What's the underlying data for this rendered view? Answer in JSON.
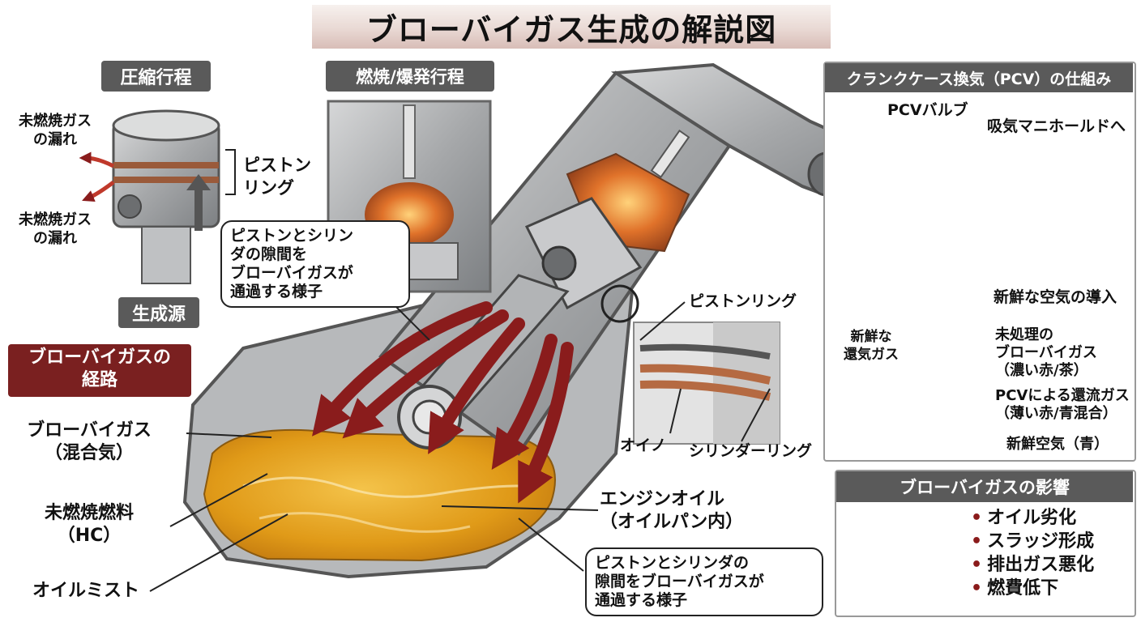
{
  "title": "ブローバイガス生成の解説図",
  "compression": {
    "heading": "圧縮行程",
    "leak_top": "未燃焼ガス\nの漏れ",
    "leak_bottom": "未燃焼ガス\nの漏れ",
    "ring_label": "ピストン\nリング",
    "source_label": "生成源"
  },
  "combustion": {
    "heading": "燃焼/爆発行程"
  },
  "callouts": {
    "gap_top": "ピストンとシリン\nダの隙間を\nブローバイガスが\n通過する様子",
    "gap_bottom": "ピストンとシリンダの\n隙間をブローバイガスが\n通過する様子",
    "route": "ブローバイガスの\n経路",
    "blowby_mix": "ブローバイガス\n（混合気）",
    "unburned_fuel": "未燃焼燃料\n（HC）",
    "oil_mist": "オイルミスト",
    "engine_oil": "エンジンオイル\n（オイルパン内）"
  },
  "ring_detail": {
    "piston_ring": "ピストンリング",
    "oil_ring": "オイノ",
    "cylinder_ring": "シリンダーリング"
  },
  "pcv": {
    "heading": "クランクケース換気（PCV）の仕組み",
    "valve": "PCVバルブ",
    "to_intake": "吸気マニホールドへ",
    "fresh_air_in": "新鮮な空気の導入",
    "fresh_gas": "新鮮な\n還気ガス",
    "untreated": "未処理の\nブローバイガス\n（濃い赤/茶）",
    "recirc": "PCVによる還流ガス\n（薄い赤/青混合）",
    "fresh_air_blue": "新鮮空気（青）"
  },
  "effects": {
    "heading": "ブローバイガスの影響",
    "items": [
      "オイル劣化",
      "スラッジ形成",
      "排出ガス悪化",
      "燃費低下"
    ]
  },
  "colors": {
    "blowby_red": "#8a1c1c",
    "oil_amber": "#e3a21a",
    "metal_gray": "#a9abad",
    "fresh_blue": "#3f7fd0"
  }
}
